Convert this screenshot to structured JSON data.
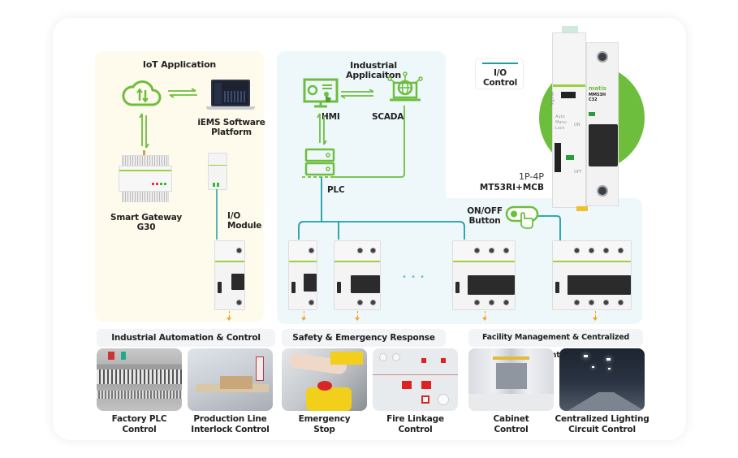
{
  "iot_panel": {
    "title": "IoT Application",
    "iems_label_line1": "iEMS Software",
    "iems_label_line2": "Platform",
    "gateway_label_line1": "Smart Gateway",
    "gateway_label_line2": "G30",
    "io_module_line1": "I/O",
    "io_module_line2": "Module",
    "cloud_icon": "cloud-sync-icon"
  },
  "industrial_panel": {
    "title_line1": "Industrial",
    "title_line2": "Applicaiton",
    "hmi_label": "HMI",
    "scada_label": "SCADA",
    "plc_label": "PLC"
  },
  "io_control": {
    "line1": "I/O",
    "line2": "Control"
  },
  "product": {
    "brand": "matis",
    "model": "MM53H",
    "rating": "C32",
    "poles_label": "1P-4P",
    "name_label": "MT53RI+MCB",
    "modes": [
      "Auto",
      "Manu",
      "Lock"
    ],
    "on_label": "ON",
    "off_label": "OFF"
  },
  "onoff_button": {
    "line1": "ON/OFF",
    "line2": "Button"
  },
  "ellipsis": "• • •",
  "categories": [
    {
      "title": "Industrial Automation & Control",
      "items": [
        {
          "line1": "Factory PLC",
          "line2": "Control"
        },
        {
          "line1": "Production Line",
          "line2": "Interlock Control"
        }
      ]
    },
    {
      "title": "Safety & Emergency Response",
      "items": [
        {
          "line1": "Emergency",
          "line2": "Stop"
        },
        {
          "line1": "Fire Linkage",
          "line2": "Control"
        }
      ]
    },
    {
      "title": "Facility Management & Centralized Control",
      "items": [
        {
          "line1": "Cabinet",
          "line2": "Control"
        },
        {
          "line1": "Centralized Lighting",
          "line2": "Circuit Control"
        }
      ]
    }
  ],
  "colors": {
    "accent_green": "#6cbe3c",
    "teal_line": "#1a9ea4",
    "orange_arrow": "#f5a020",
    "iot_panel_bg": "#fffbec",
    "industrial_panel_bg": "#eef8fb"
  }
}
